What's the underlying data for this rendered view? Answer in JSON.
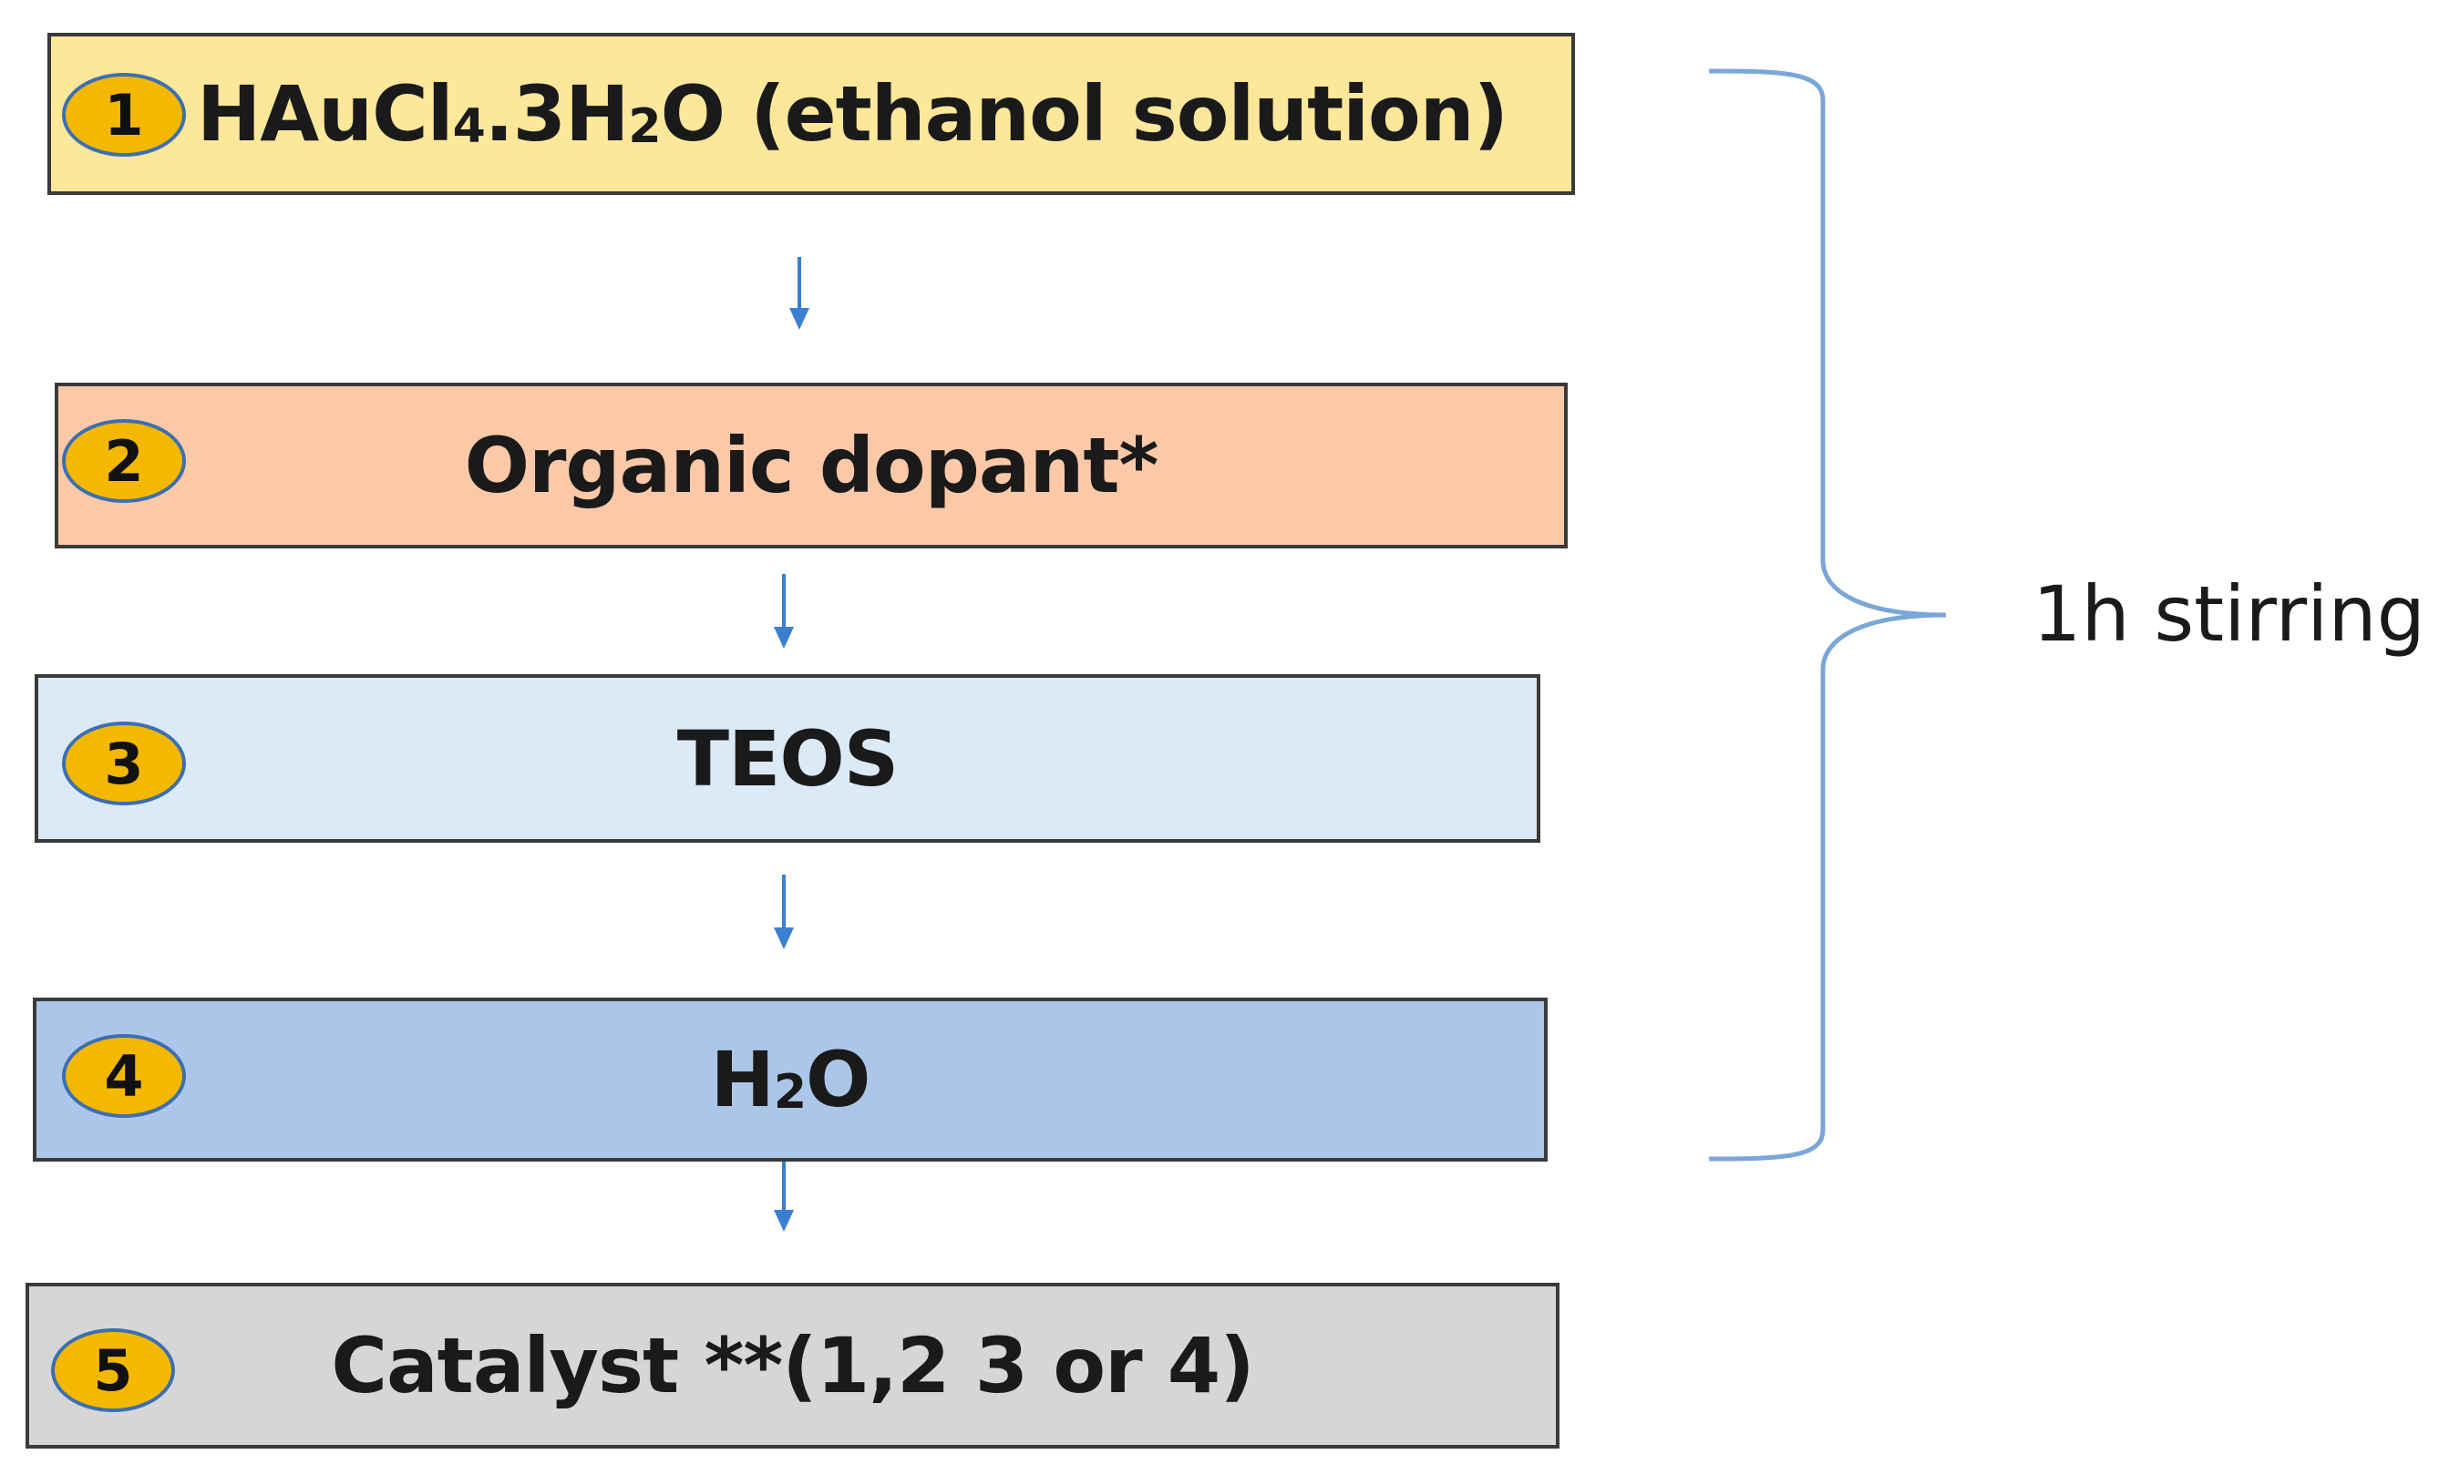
{
  "steps": [
    {
      "number": "1",
      "label_parts": [
        "HAuCl",
        "4",
        ".3H",
        "2",
        "O (ethanol solution)"
      ],
      "fill": "#fde79a"
    },
    {
      "number": "2",
      "label_parts": [
        "Organic dopant*"
      ],
      "fill": "#fcc9a8"
    },
    {
      "number": "3",
      "label_parts": [
        "TEOS"
      ],
      "fill": "#dceaf7"
    },
    {
      "number": "4",
      "label_parts": [
        "H",
        "2",
        "O"
      ],
      "fill": "#abc6e8"
    },
    {
      "number": "5",
      "label_parts": [
        "Catalyst **(1,2 3 or 4)"
      ],
      "fill": "#d6d6d6"
    }
  ],
  "bracket_label": "1h stirring",
  "colors": {
    "badge_fill": "#f5b800",
    "badge_outline": "#3b6fb0",
    "arrow": "#3b7fd0",
    "bracket": "#7aa6d8",
    "box_border": "#3a3a3a"
  }
}
